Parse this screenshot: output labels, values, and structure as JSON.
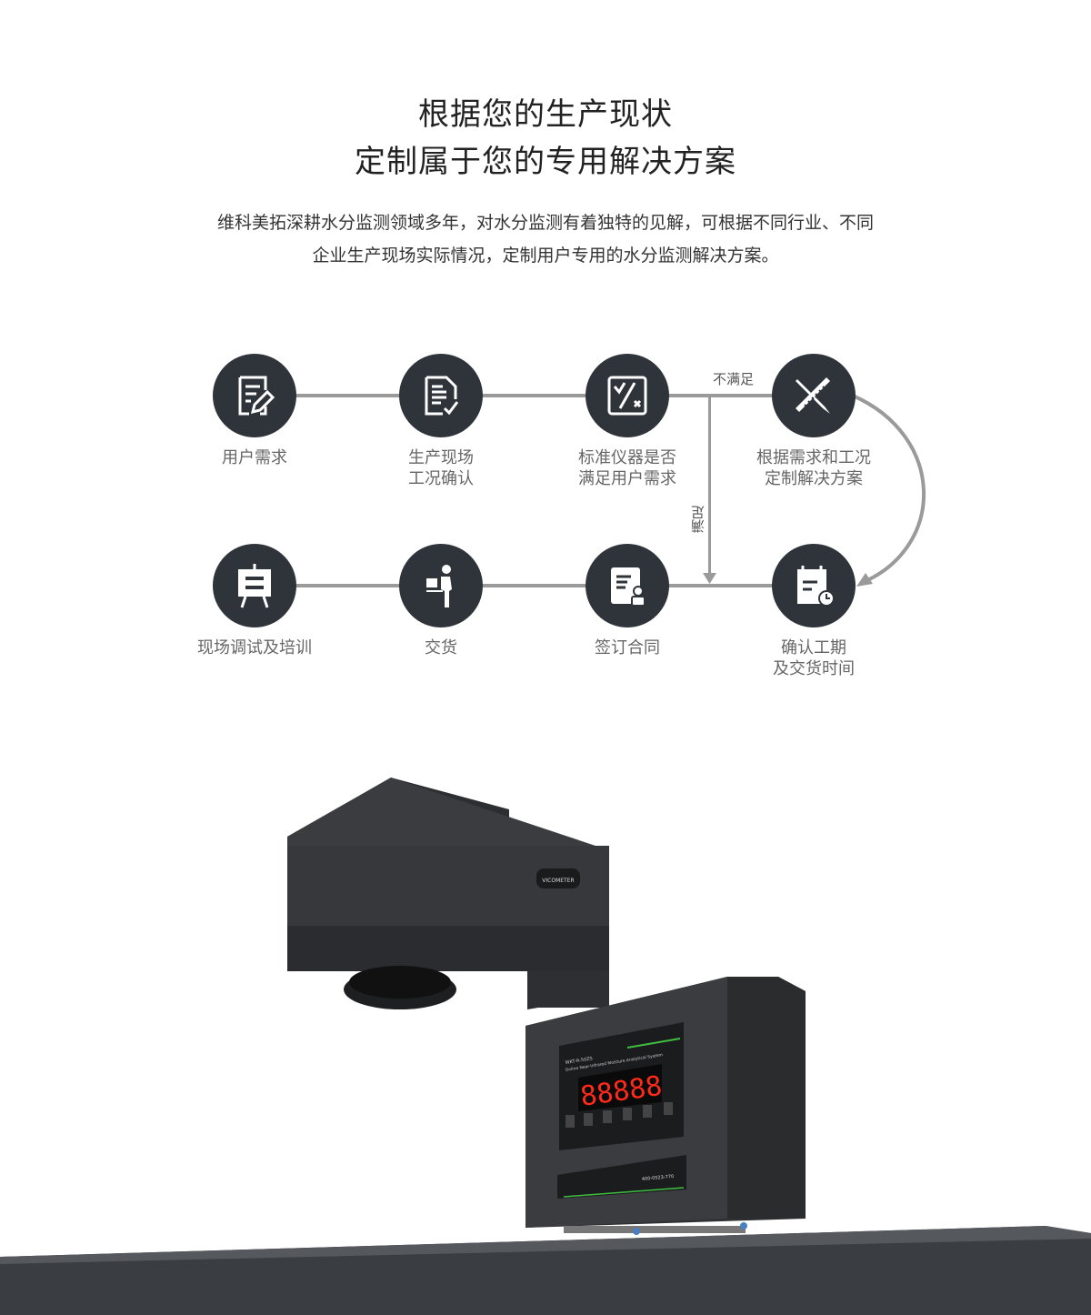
{
  "header": {
    "title_line1": "根据您的生产现状",
    "title_line2": "定制属于您的专用解决方案"
  },
  "intro": {
    "line1": "维科美拓深耕水分监测领域多年，对水分监测有着独特的见解，可根据不同行业、不同",
    "line2": "企业生产现场实际情况，定制用户专用的水分监测解决方案。"
  },
  "flow": {
    "steps": [
      {
        "icon": "form-edit-icon",
        "line1": "用户需求",
        "line2": ""
      },
      {
        "icon": "document-check-icon",
        "line1": "生产现场",
        "line2": "工况确认"
      },
      {
        "icon": "check-cross-icon",
        "line1": "标准仪器是否",
        "line2": "满足用户需求"
      },
      {
        "icon": "ruler-pencil-icon",
        "line1": "根据需求和工况",
        "line2": "定制解决方案"
      },
      {
        "icon": "calendar-clock-icon",
        "line1": "确认工期",
        "line2": "及交货时间"
      },
      {
        "icon": "contract-stamp-icon",
        "line1": "签订合同",
        "line2": ""
      },
      {
        "icon": "delivery-person-icon",
        "line1": "交货",
        "line2": ""
      },
      {
        "icon": "training-board-icon",
        "line1": "现场调试及培训",
        "line2": ""
      }
    ],
    "branch_not_satisfied": "不满足",
    "branch_satisfied": "满足"
  },
  "product": {
    "model": "WKT-R-50ZS",
    "subtitle": "Online Near-Infrared Moisture Analytical System",
    "display": "88888",
    "phone": "400-0523-770",
    "brand": "VICOMETER"
  },
  "colors": {
    "node": "#2f333a",
    "line": "#9a9a9a",
    "display": "#ff2a1a",
    "accent_green": "#3fbf3f"
  }
}
